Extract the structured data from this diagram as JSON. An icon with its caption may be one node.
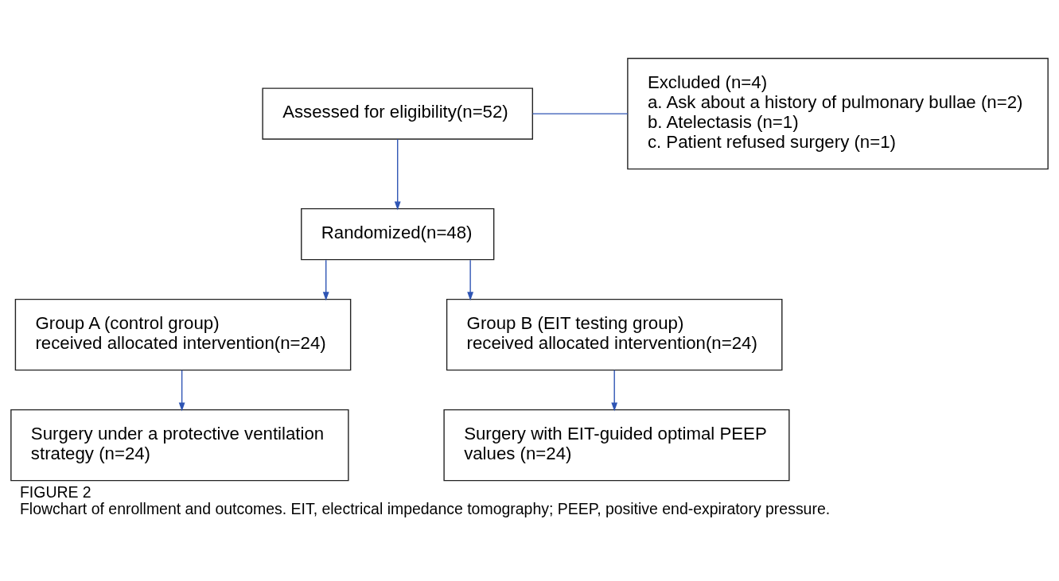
{
  "diagram": {
    "title": "FIGURE 2",
    "caption": "Flowchart of enrollment and outcomes. EIT, electrical impedance tomography; PEEP, positive end-expiratory pressure.",
    "nodes": [
      {
        "text": [
          "Assessed for eligibility(n=52)"
        ]
      },
      {
        "text": [
          "Excluded (n=4)",
          "a. Ask about a history of pulmonary bullae (n=2)",
          "b. Atelectasis (n=1)",
          "c. Patient refused surgery (n=1)"
        ]
      },
      {
        "text": [
          "Randomized(n=48)"
        ]
      },
      {
        "text": [
          "Group A (control group)",
          "received allocated intervention(n=24)"
        ]
      },
      {
        "text": [
          "Group B (EIT testing group)",
          "received allocated intervention(n=24)"
        ]
      },
      {
        "text": [
          "Surgery under a protective ventilation strategy (n=24)"
        ]
      },
      {
        "text": [
          "Surgery with EIT-guided optimal PEEP values (n=24)"
        ]
      }
    ],
    "edges": [
      {
        "from": 0,
        "to": 2,
        "arrow": "to"
      },
      {
        "from": 0,
        "to": 1,
        "arrow": "none"
      },
      {
        "from": 2,
        "to": 3,
        "arrow": "to"
      },
      {
        "from": 2,
        "to": 4,
        "arrow": "to"
      },
      {
        "from": 3,
        "to": 5,
        "arrow": "to"
      },
      {
        "from": 4,
        "to": 6,
        "arrow": "to"
      }
    ]
  }
}
